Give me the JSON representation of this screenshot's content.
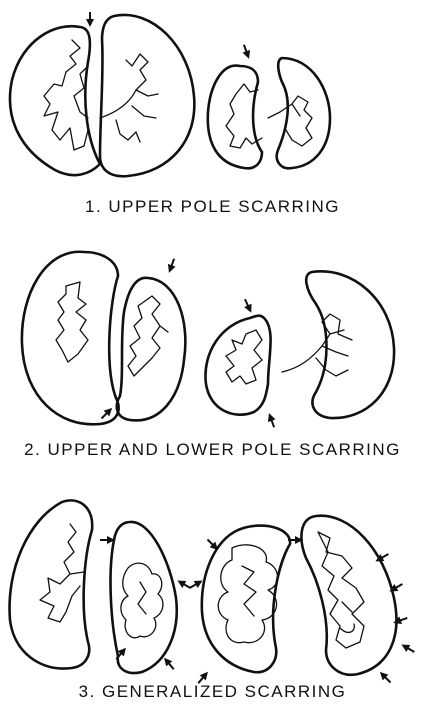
{
  "panels": [
    {
      "caption": "1. UPPER POLE SCARRING"
    },
    {
      "caption": "2. UPPER AND LOWER POLE SCARRING"
    },
    {
      "caption": "3. GENERALIZED SCARRING"
    }
  ],
  "colors": {
    "ink": "#111111",
    "background": "#ffffff"
  }
}
